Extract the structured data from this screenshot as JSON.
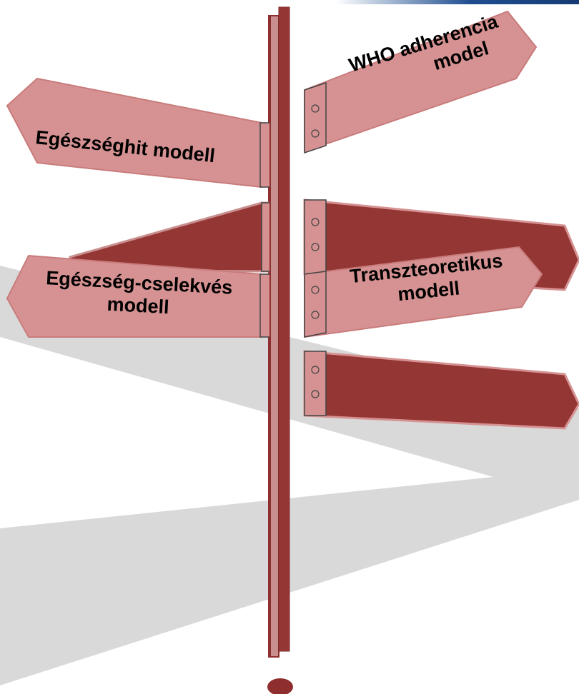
{
  "signs": {
    "health_belief": "Egészséghit modell",
    "who_adherence_line1": "WHO adherencia",
    "who_adherence_line2": "model",
    "health_action_line1": "Egészség-cselekvés",
    "health_action_line2": "modell",
    "transtheoretical_line1": "Transzteoretikus",
    "transtheoretical_line2": "modell"
  },
  "colors": {
    "pole": "#8f2e2e",
    "sign_light": "#d69292",
    "sign_dark": "#933634",
    "road": "#d9d9d9",
    "accent_bar": "#1f4e91"
  }
}
